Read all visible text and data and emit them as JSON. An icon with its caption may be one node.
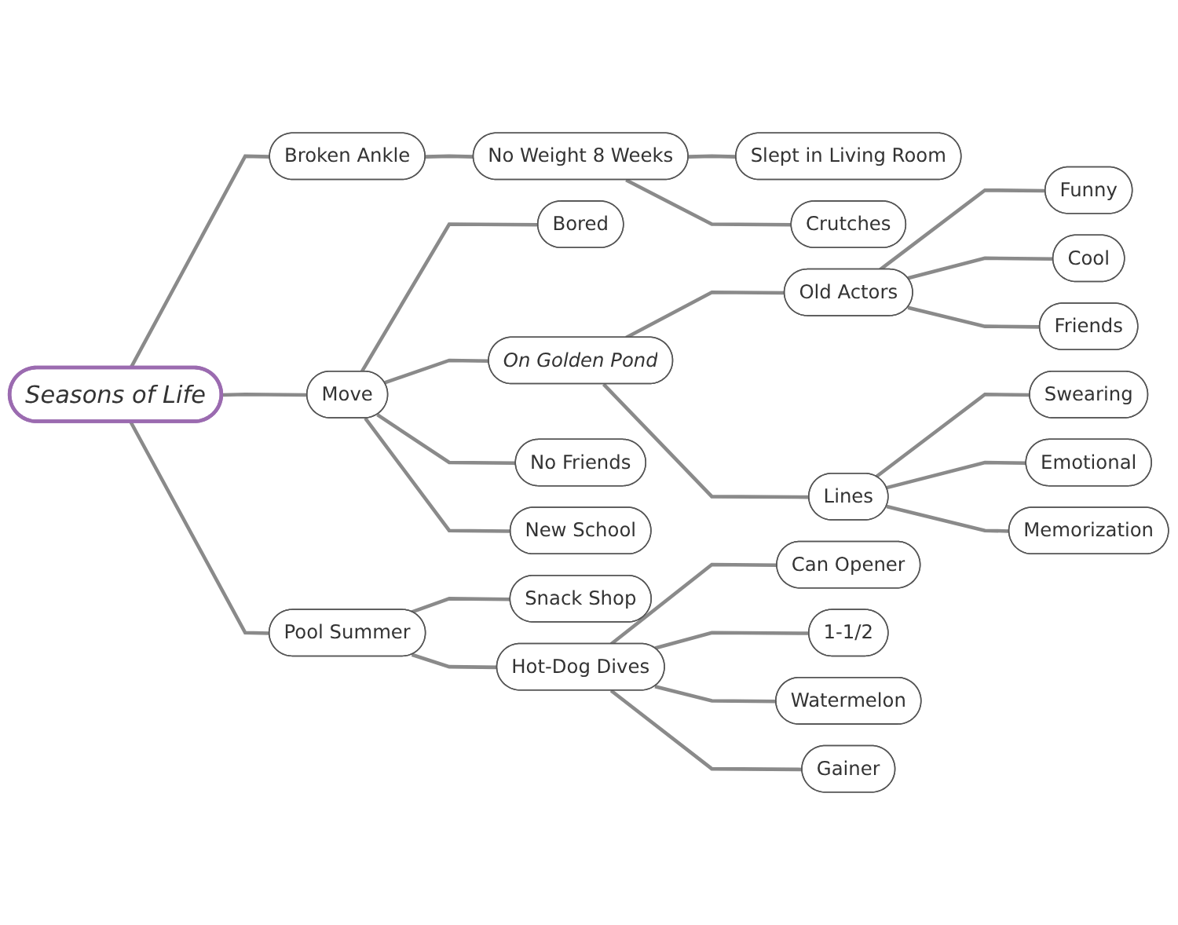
{
  "diagram": {
    "nodes": [
      {
        "text": [
          "Seasons of Life"
        ]
      },
      {
        "text": [
          "Broken Ankle"
        ]
      },
      {
        "text": [
          "No Weight 8 Weeks"
        ]
      },
      {
        "text": [
          "Slept in Living Room"
        ]
      },
      {
        "text": [
          "Crutches"
        ]
      },
      {
        "text": [
          "Move"
        ]
      },
      {
        "text": [
          "Bored"
        ]
      },
      {
        "text": [
          "On Golden Pond"
        ]
      },
      {
        "text": [
          "Old Actors"
        ]
      },
      {
        "text": [
          "Funny"
        ]
      },
      {
        "text": [
          "Cool"
        ]
      },
      {
        "text": [
          "Friends"
        ]
      },
      {
        "text": [
          "Lines"
        ]
      },
      {
        "text": [
          "Swearing"
        ]
      },
      {
        "text": [
          "Emotional"
        ]
      },
      {
        "text": [
          "Memorization"
        ]
      },
      {
        "text": [
          "No Friends"
        ]
      },
      {
        "text": [
          "New School"
        ]
      },
      {
        "text": [
          "Pool Summer"
        ]
      },
      {
        "text": [
          "Snack Shop"
        ]
      },
      {
        "text": [
          "Hot-Dog Dives"
        ]
      },
      {
        "text": [
          "Can Opener"
        ]
      },
      {
        "text": [
          "1-1/2"
        ]
      },
      {
        "text": [
          "Watermelon"
        ]
      },
      {
        "text": [
          "Gainer"
        ]
      }
    ],
    "edges": [
      {
        "from": 0,
        "to": 1,
        "arrow": "none"
      },
      {
        "from": 1,
        "to": 2,
        "arrow": "none"
      },
      {
        "from": 2,
        "to": 3,
        "arrow": "none"
      },
      {
        "from": 2,
        "to": 4,
        "arrow": "none"
      },
      {
        "from": 0,
        "to": 5,
        "arrow": "none"
      },
      {
        "from": 5,
        "to": 6,
        "arrow": "none"
      },
      {
        "from": 5,
        "to": 7,
        "arrow": "none"
      },
      {
        "from": 7,
        "to": 8,
        "arrow": "none"
      },
      {
        "from": 8,
        "to": 9,
        "arrow": "none"
      },
      {
        "from": 8,
        "to": 10,
        "arrow": "none"
      },
      {
        "from": 8,
        "to": 11,
        "arrow": "none"
      },
      {
        "from": 7,
        "to": 12,
        "arrow": "none"
      },
      {
        "from": 12,
        "to": 13,
        "arrow": "none"
      },
      {
        "from": 12,
        "to": 14,
        "arrow": "none"
      },
      {
        "from": 12,
        "to": 15,
        "arrow": "none"
      },
      {
        "from": 5,
        "to": 16,
        "arrow": "none"
      },
      {
        "from": 5,
        "to": 17,
        "arrow": "none"
      },
      {
        "from": 0,
        "to": 18,
        "arrow": "none"
      },
      {
        "from": 18,
        "to": 19,
        "arrow": "none"
      },
      {
        "from": 18,
        "to": 20,
        "arrow": "none"
      },
      {
        "from": 20,
        "to": 21,
        "arrow": "none"
      },
      {
        "from": 20,
        "to": 22,
        "arrow": "none"
      },
      {
        "from": 20,
        "to": 23,
        "arrow": "none"
      },
      {
        "from": 20,
        "to": 24,
        "arrow": "none"
      }
    ]
  }
}
